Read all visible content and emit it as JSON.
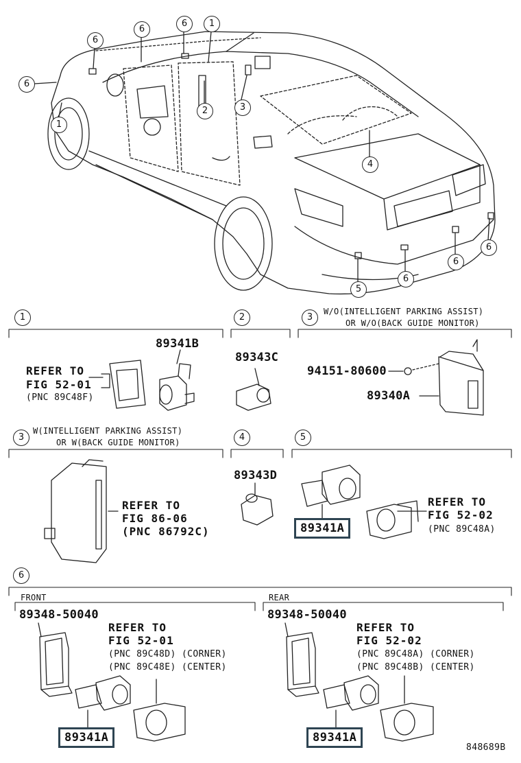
{
  "overview_callouts": [
    "6",
    "6",
    "6",
    "1",
    "6",
    "1",
    "2",
    "3",
    "4",
    "5",
    "6",
    "6",
    "6"
  ],
  "sections": {
    "s1": {
      "badge": "1",
      "part_b": "89341B",
      "refer": [
        "REFER TO",
        "FIG 52-01",
        "(PNC 89C48F)"
      ]
    },
    "s2": {
      "badge": "2",
      "part": "89343C"
    },
    "s3a": {
      "badge": "3",
      "title": [
        "W/O(INTELLIGENT PARKING ASSIST)",
        "OR W/O(BACK GUIDE MONITOR)"
      ],
      "bolt": "94151-80600",
      "part": "89340A"
    },
    "s3b": {
      "badge": "3",
      "title": [
        "W(INTELLIGENT PARKING ASSIST)",
        "OR W(BACK GUIDE MONITOR)"
      ],
      "refer": [
        "REFER TO",
        "FIG 86-06",
        "(PNC 86792C)"
      ]
    },
    "s4": {
      "badge": "4",
      "part": "89343D"
    },
    "s5": {
      "badge": "5",
      "part": "89341A",
      "refer": [
        "REFER TO",
        "FIG 52-02",
        "(PNC 89C48A)"
      ]
    },
    "s6": {
      "badge": "6",
      "front": {
        "label": "FRONT",
        "bracket": "89348-50040",
        "refer": [
          "REFER TO",
          "FIG 52-01",
          "(PNC 89C48D) (CORNER)",
          "(PNC 89C48E) (CENTER)"
        ],
        "part": "89341A"
      },
      "rear": {
        "label": "REAR",
        "bracket": "89348-50040",
        "refer": [
          "REFER TO",
          "FIG 52-02",
          "(PNC 89C48A) (CORNER)",
          "(PNC 89C48B) (CENTER)"
        ],
        "part": "89341A"
      }
    }
  },
  "figure_id": "848689B",
  "colors": {
    "highlight_border": "#2e4452",
    "ink": "#111111"
  }
}
